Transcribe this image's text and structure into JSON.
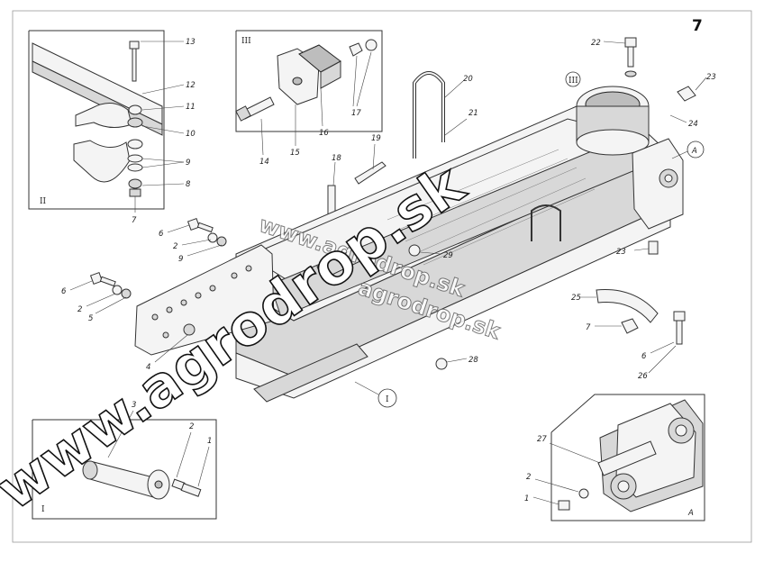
{
  "page_number": "7",
  "watermark": {
    "main": "www.agrodrop.sk",
    "repeat_1": "www.agrodrop.sk",
    "repeat_2": "agrodrop.sk"
  },
  "views": {
    "detail_ii": "II",
    "detail_iii": "III",
    "detail_i": "I",
    "detail_a": "A",
    "callout_iii": "III",
    "callout_i": "I",
    "callout_a": "A"
  },
  "labels": {
    "l13": "13",
    "l12": "12",
    "l11": "11",
    "l10": "10",
    "l9a": "9",
    "l8": "8",
    "l7a": "7",
    "l14": "14",
    "l15": "15",
    "l16": "16",
    "l17": "17",
    "l18": "18",
    "l19": "19",
    "l20": "20",
    "l21": "21",
    "l22": "22",
    "l23a": "23",
    "l24": "24",
    "l23b": "23",
    "l6a": "6",
    "l2a": "2",
    "l9b": "9",
    "l6b": "6",
    "l2b": "2",
    "l5": "5",
    "l4": "4",
    "l29": "29",
    "l28": "28",
    "l25": "25",
    "l7b": "7",
    "l6c": "6",
    "l26": "26",
    "l3": "3",
    "l2c": "2",
    "l1a": "1",
    "l27": "27",
    "l2d": "2",
    "l1b": "1"
  }
}
